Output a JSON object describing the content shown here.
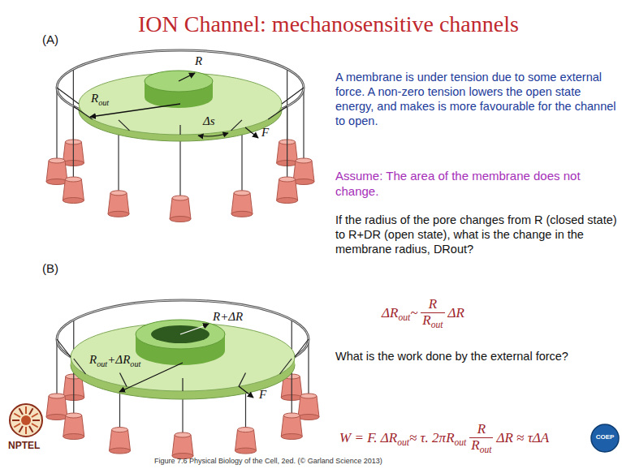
{
  "diagram": {
    "title": "ION Channel: mechanosensitive channels",
    "caption": "Figure 7.6 Physical Biology of the Cell, 2ed. (© Garland Science 2013)",
    "labels": [
      "(A)",
      "R",
      "R",
      "out",
      "Δs",
      "F",
      "(B)",
      "R+ΔR",
      "R",
      "out",
      "+ΔR",
      "out",
      "F",
      "A membrane is under tension due to some external force. A non-zero tension lowers the open state energy, and makes is more favourable for the channel to open.",
      "Assume: The area of the membrane does not change.",
      "If the radius of the pore changes from R (closed state) to R+DR (open state), what is the change in the membrane radius, DRout?",
      "ΔR",
      "out",
      "~",
      "R",
      "R",
      "out",
      "ΔR",
      "What is the work done by the external force?",
      "W = F. ΔR",
      "out",
      "≈ τ. 2πR",
      "out",
      "R",
      "R",
      "out",
      "ΔR ≈ τΔA",
      "NPTEL",
      "COEP"
    ]
  }
}
